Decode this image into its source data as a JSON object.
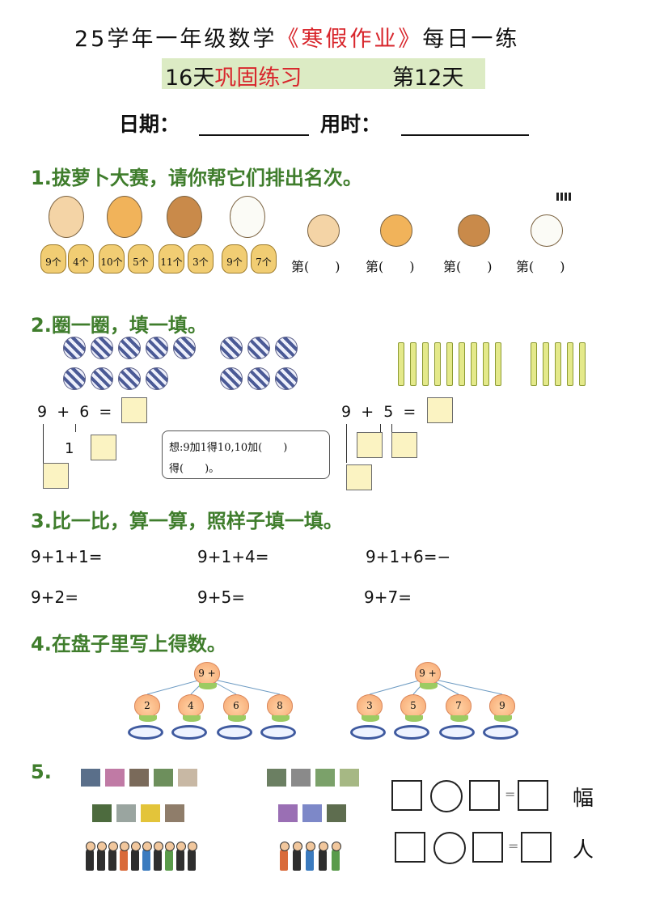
{
  "header": {
    "title_prefix": "25学年一年级数学",
    "title_red": "《寒假作业》",
    "title_suffix": "每日一练",
    "sub_black": "16天",
    "sub_red": "巩固练习",
    "sub_day": "第12天",
    "date_label": "日期：",
    "time_label": "用时："
  },
  "q1": {
    "title": "1.拔萝卜大赛，请你帮它们排出名次。",
    "bags": [
      "9个",
      "4个",
      "10个",
      "5个",
      "11个",
      "3个",
      "9个",
      "7个"
    ],
    "ranks": [
      "第(　　)",
      "第(　　)",
      "第(　　)",
      "第(　　)"
    ],
    "colors": {
      "pig": "#f4d4a6",
      "dog": "#f1b35a",
      "monkey": "#c98a4a",
      "cat": "#fbfbf6"
    }
  },
  "q2": {
    "title": "2.圈一圈，填一填。",
    "left": {
      "a": "9",
      "op": "+",
      "b": "6",
      "eq": "=",
      "split": "1"
    },
    "right": {
      "a": "9",
      "op": "+",
      "b": "5",
      "eq": "="
    },
    "hint_line1": "想:9加1得10,10加(　　)",
    "hint_line2": "得(　　)。"
  },
  "q3": {
    "title": "3.比一比，算一算，照样子填一填。",
    "row1": [
      "9+1+1=",
      "9+1+4=",
      "9+1+6=−"
    ],
    "row2": [
      "9+2=",
      "9+5=",
      "9+7="
    ]
  },
  "q4": {
    "title": "4.在盘子里写上得数。",
    "left": {
      "top": "9 +",
      "items": [
        "2",
        "4",
        "6",
        "8"
      ]
    },
    "right": {
      "top": "9 +",
      "items": [
        "3",
        "5",
        "7",
        "9"
      ]
    }
  },
  "q5": {
    "label": "5.",
    "unit1": "幅",
    "unit2": "人",
    "eq_sign": "="
  }
}
